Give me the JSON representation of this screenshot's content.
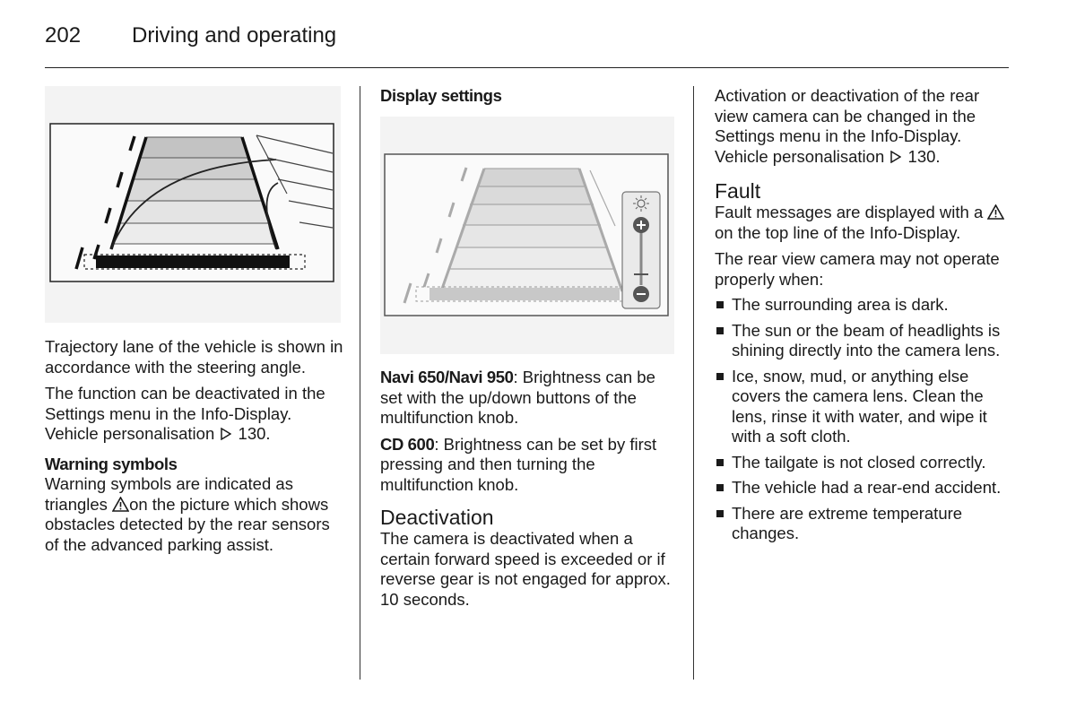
{
  "header": {
    "page_number": "202",
    "title": "Driving and operating"
  },
  "col1": {
    "p1": "Trajectory lane of the vehicle is shown in accordance with the steering angle.",
    "p2a": "The function can be deactivated in the Settings menu in the Info-Display. Vehicle personalisation",
    "p2b": "130.",
    "warning_heading": "Warning symbols",
    "p3a": "Warning symbols are indicated as triangles",
    "p3b": "on the picture which shows obstacles detected by the rear sensors of the advanced parking assist."
  },
  "col2": {
    "heading": "Display settings",
    "p1_bold": "Navi 650/Navi 950",
    "p1": ": Brightness can be set with the up/down buttons of the multifunction knob.",
    "p2_bold": "CD 600",
    "p2": ": Brightness can be set by first pressing and then turning the multifunction knob.",
    "deact_heading": "Deactivation",
    "p3": "The camera is deactivated when a certain forward speed is exceeded or if reverse gear is not engaged for approx. 10 seconds."
  },
  "col3": {
    "p1a": "Activation or deactivation of the rear view camera can be changed in the Settings menu in the Info-Display. Vehicle personalisation",
    "p1b": "130.",
    "fault_heading": "Fault",
    "p2a": "Fault messages are displayed with a",
    "p2b": "on the top line of the Info-Display.",
    "p3": "The rear view camera may not operate properly when:",
    "bullets": [
      "The surrounding area is dark.",
      "The sun or the beam of headlights is shining directly into the camera lens.",
      "Ice, snow, mud, or anything else covers the camera lens. Clean the lens, rinse it with water, and wipe it with a soft cloth.",
      "The tailgate is not closed correctly.",
      "The vehicle had a rear-end accident.",
      "There are extreme temperature changes."
    ]
  },
  "icons": {
    "warning": "warning-triangle-icon",
    "reference": "reference-arrow-icon",
    "brightness": "sun-icon",
    "plus": "plus-icon",
    "minus": "minus-icon"
  }
}
